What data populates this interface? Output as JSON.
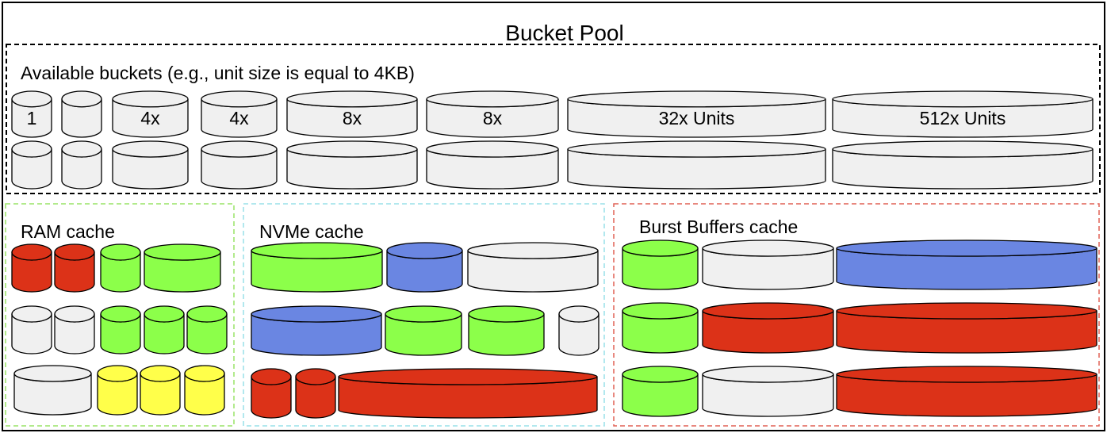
{
  "colors": {
    "grey": "#f0f0f0",
    "green": "#8cff4a",
    "blue": "#6a86e2",
    "red": "#dc3218",
    "yellow": "#ffff4a",
    "ram_border": "#99e366",
    "nvme_border": "#99e0e8",
    "bb_border": "#e06055"
  },
  "title": "Bucket Pool",
  "available": {
    "label": "Available buckets (e.g., unit size is equal to 4KB)",
    "bucket_labels": [
      "1",
      "",
      "4x",
      "4x",
      "8x",
      "8x",
      "32x Units",
      "512x Units"
    ]
  },
  "ram": {
    "label": "RAM cache",
    "rows": [
      [
        "red",
        "red",
        "green",
        "green"
      ],
      [
        "grey",
        "grey",
        "green",
        "green",
        "green"
      ],
      [
        "grey",
        "yellow",
        "yellow",
        "yellow"
      ]
    ]
  },
  "nvme": {
    "label": "NVMe cache",
    "rows": [
      [
        "green",
        "blue",
        "grey"
      ],
      [
        "blue",
        "green",
        "green",
        "grey"
      ],
      [
        "red",
        "red",
        "red"
      ]
    ]
  },
  "burst": {
    "label": "Burst Buffers cache",
    "rows": [
      [
        "green",
        "grey",
        "blue"
      ],
      [
        "green",
        "red",
        "red"
      ],
      [
        "green",
        "grey",
        "red"
      ]
    ]
  }
}
